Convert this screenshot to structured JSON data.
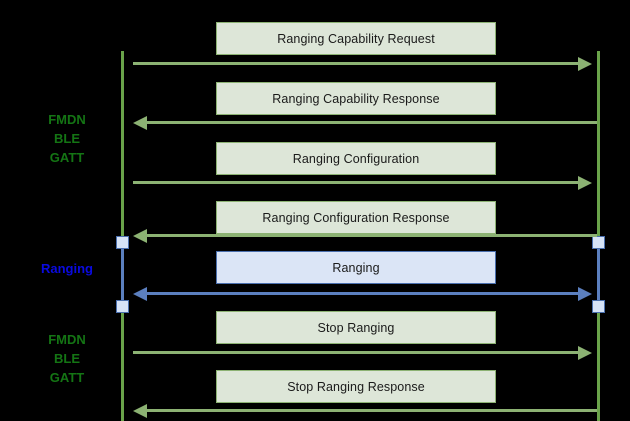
{
  "diagram": {
    "type": "sequence-diagram",
    "background": "#000000",
    "colors": {
      "green_line": "#8cb273",
      "green_lifeline": "#6aa34a",
      "green_box_fill": "#dde6d8",
      "green_box_border": "#8cb273",
      "blue_line": "#5b7fbf",
      "blue_box_fill": "#dbe5f6",
      "blue_box_border": "#4a6fae",
      "activation_fill": "#d6e3f7",
      "activation_border": "#4a6fae",
      "label_green": "#147514",
      "label_blue": "#0a0ae0",
      "message_text": "#1a1a1a"
    },
    "side_labels": [
      {
        "text": "FMDN\nBLE\nGATT",
        "color": "green"
      },
      {
        "text": "Ranging",
        "color": "blue"
      },
      {
        "text": "FMDN\nBLE\nGATT",
        "color": "green"
      }
    ],
    "messages": [
      {
        "label": "Ranging Capability Request",
        "direction": "right",
        "style": "green"
      },
      {
        "label": "Ranging Capability Response",
        "direction": "left",
        "style": "green"
      },
      {
        "label": "Ranging Configuration",
        "direction": "right",
        "style": "green"
      },
      {
        "label": "Ranging Configuration Response",
        "direction": "left",
        "style": "green"
      },
      {
        "label": "Ranging",
        "direction": "both",
        "style": "blue"
      },
      {
        "label": "Stop Ranging",
        "direction": "right",
        "style": "green"
      },
      {
        "label": "Stop Ranging Response",
        "direction": "left",
        "style": "green"
      }
    ]
  }
}
